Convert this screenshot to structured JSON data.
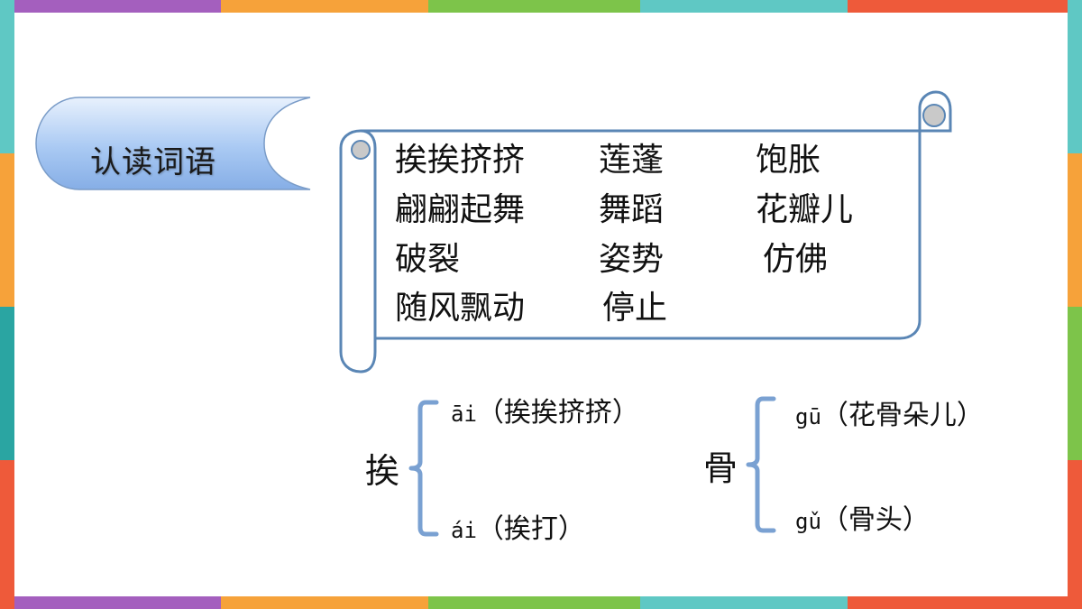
{
  "title": "认读词语",
  "colors": {
    "frame": [
      "#a45fbe",
      "#f6a23a",
      "#7dc44a",
      "#5fc8c4",
      "#ee5a3a",
      "#2aa5a2",
      "#f3c13a"
    ],
    "tab_fill": "#9ec2f0",
    "scroll_stroke": "#5a86b5"
  },
  "words": {
    "row1": [
      "挨挨挤挤",
      "莲蓬",
      "饱胀"
    ],
    "row2": [
      "翩翩起舞",
      "舞蹈",
      "花瓣儿"
    ],
    "row3": [
      "破裂",
      "姿势",
      "仿佛"
    ],
    "row4": [
      "随风飘动",
      "停止"
    ]
  },
  "polyphones": [
    {
      "char": "挨",
      "readings": [
        {
          "pinyin": "āi",
          "example": "（挨挨挤挤）"
        },
        {
          "pinyin": "ái",
          "example": "（挨打）"
        }
      ]
    },
    {
      "char": "骨",
      "readings": [
        {
          "pinyin": "gū",
          "example": "（花骨朵儿）"
        },
        {
          "pinyin": "gǔ",
          "example": "（骨头）"
        }
      ]
    }
  ]
}
